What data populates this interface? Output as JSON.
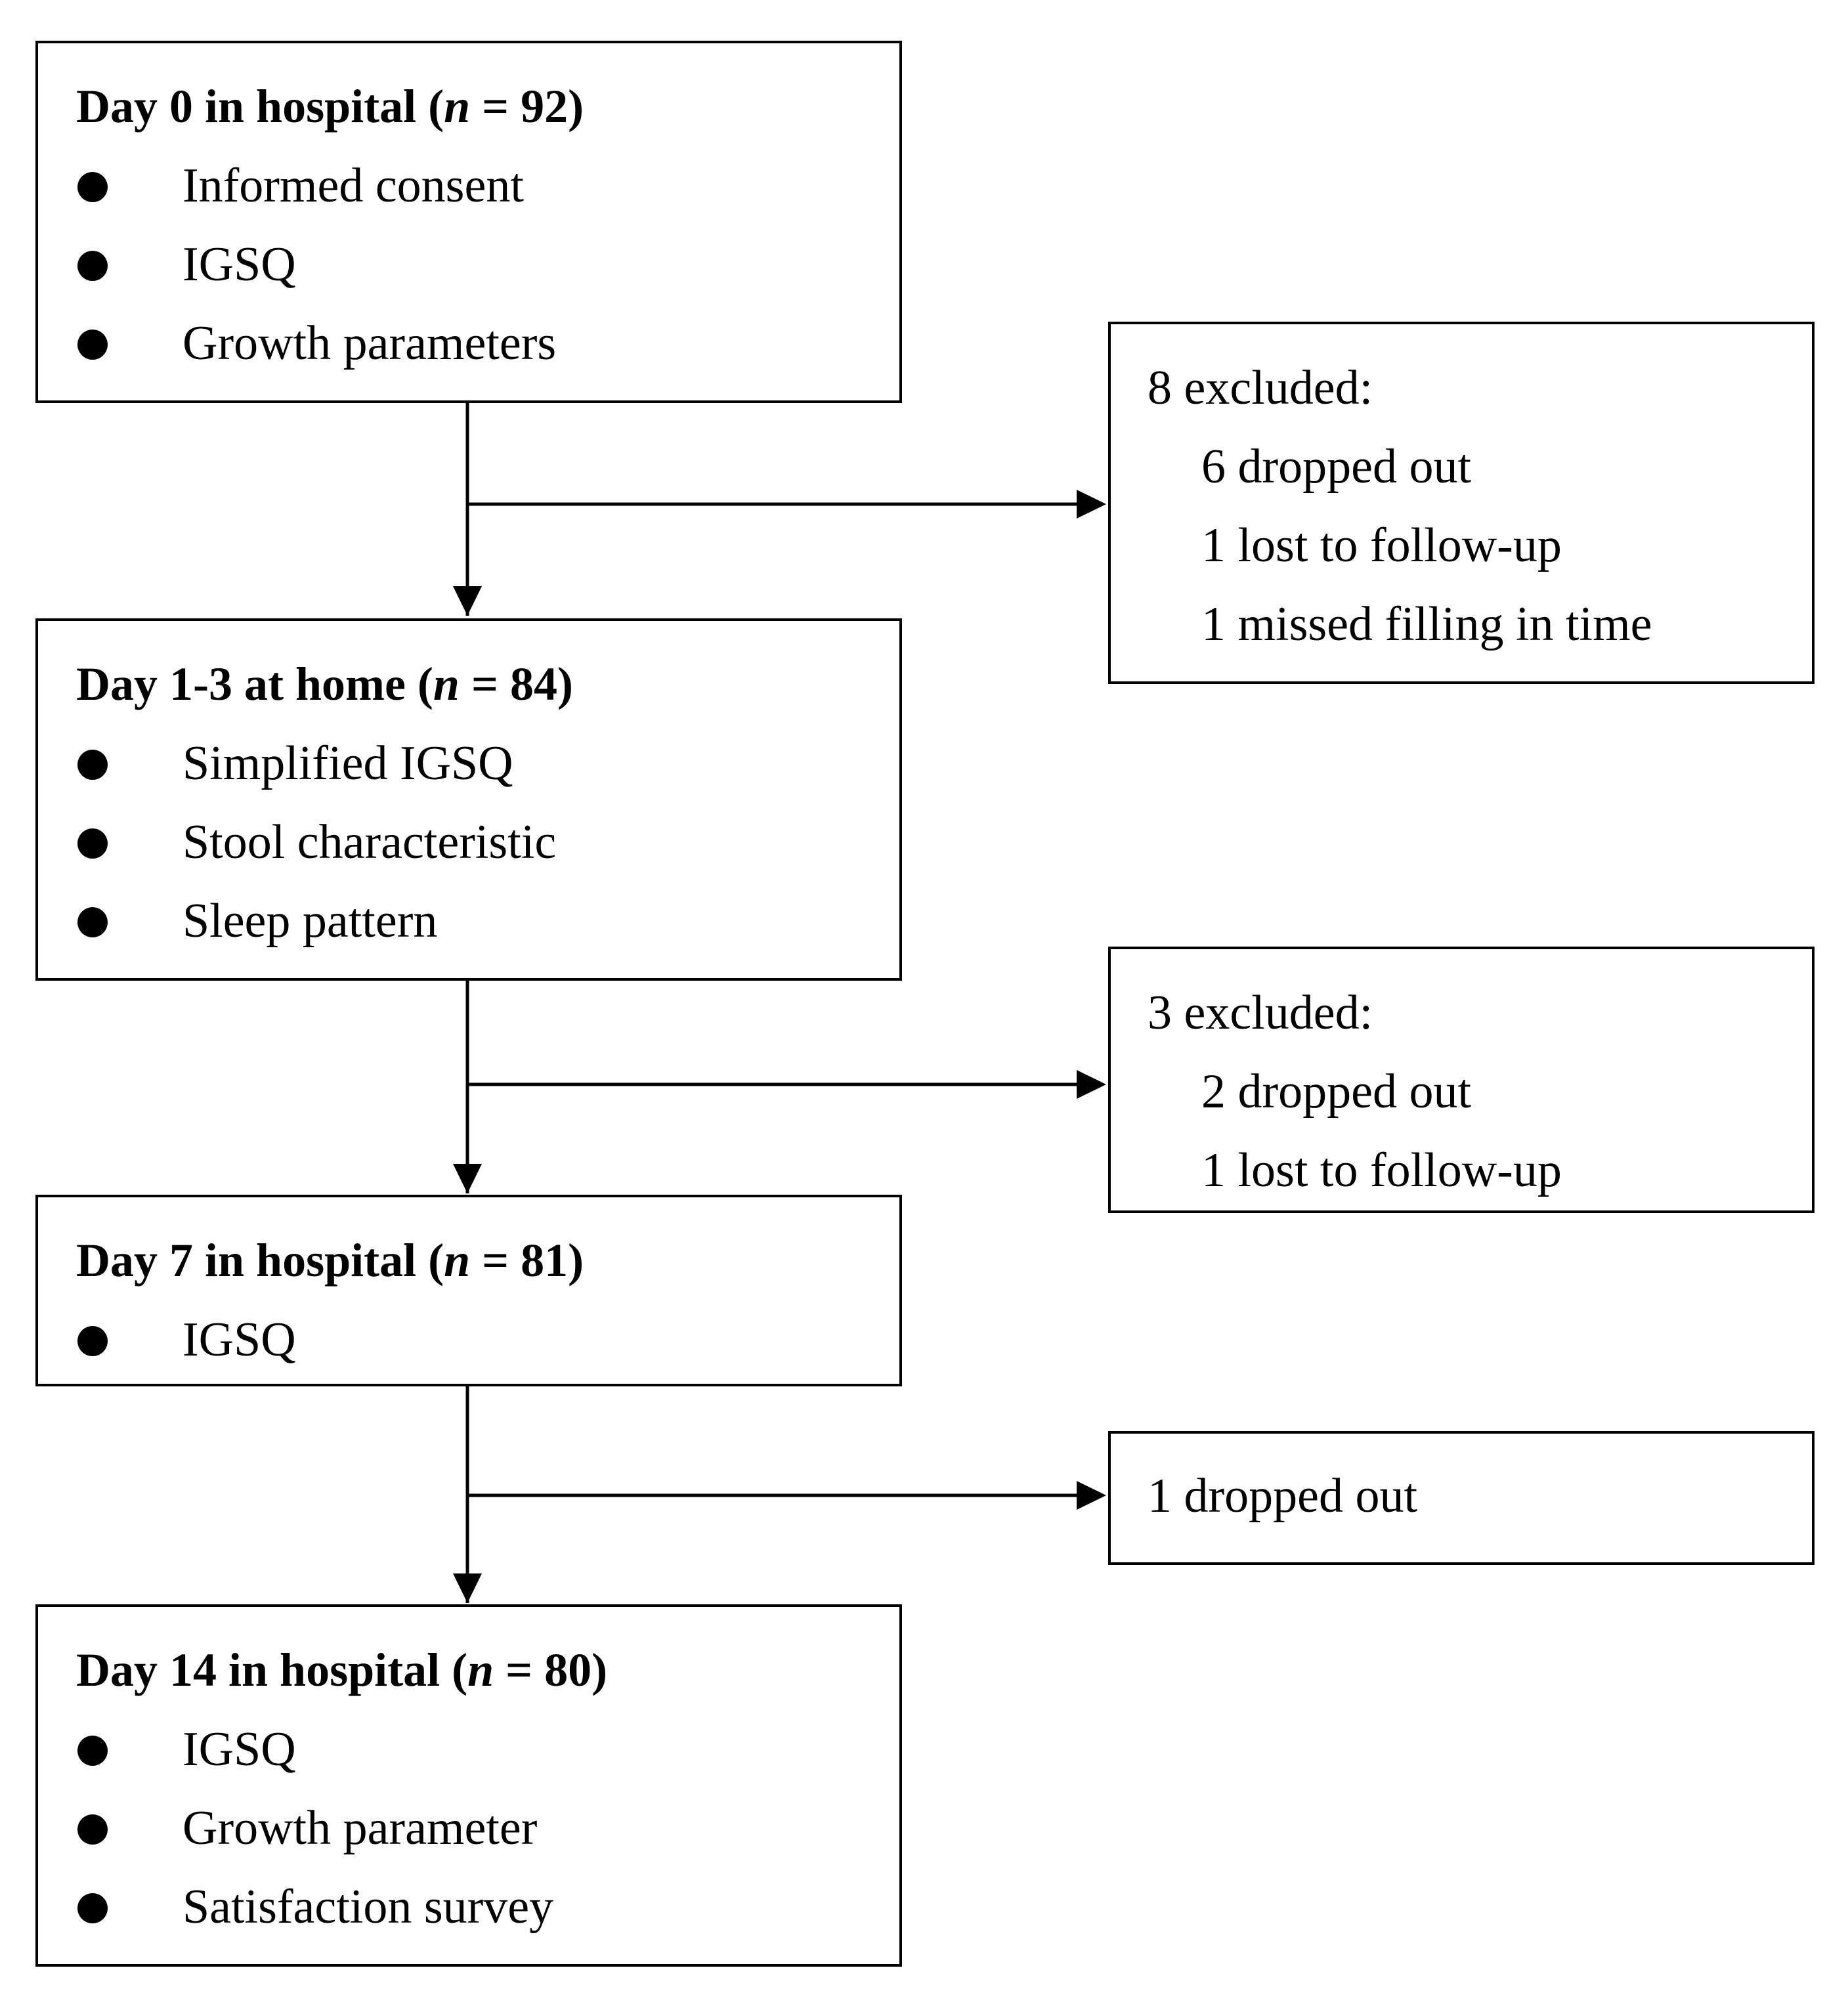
{
  "stages": [
    {
      "prefix": "Day 0 in hospital (",
      "n_symbol": "n",
      "suffix": " = 92)",
      "items": [
        "Informed consent",
        "IGSQ",
        "Growth parameters"
      ]
    },
    {
      "prefix": "Day 1-3 at home (",
      "n_symbol": "n",
      "suffix": " = 84)",
      "items": [
        "Simplified IGSQ",
        "Stool characteristic",
        "Sleep pattern"
      ]
    },
    {
      "prefix": "Day 7 in hospital (",
      "n_symbol": "n",
      "suffix": " = 81)",
      "items": [
        "IGSQ"
      ]
    },
    {
      "prefix": "Day 14 in hospital (",
      "n_symbol": "n",
      "suffix": " = 80)",
      "items": [
        "IGSQ",
        "Growth parameter",
        "Satisfaction survey"
      ]
    }
  ],
  "exclusions": [
    {
      "heading": "8 excluded:",
      "lines": [
        "6 dropped out",
        "1 lost to follow-up",
        "1 missed filling in time"
      ]
    },
    {
      "heading": "3 excluded:",
      "lines": [
        "2 dropped out",
        "1 lost to follow-up"
      ]
    },
    {
      "heading": "1 dropped out",
      "lines": []
    }
  ]
}
